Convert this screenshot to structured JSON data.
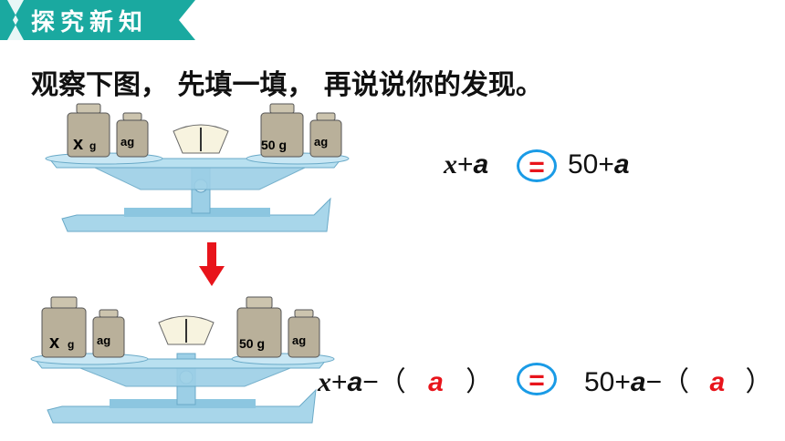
{
  "header": {
    "title": "探究新知",
    "bg_color": "#1aa9a0"
  },
  "instruction": "观察下图， 先填一填， 再说说你的发现。",
  "scale1": {
    "left_weights": [
      "x",
      "g",
      "ag"
    ],
    "right_weights": [
      "50 g",
      "ag"
    ]
  },
  "scale2": {
    "left_weights": [
      "x",
      "g",
      "ag"
    ],
    "right_weights": [
      "50 g",
      "ag"
    ]
  },
  "equation1": {
    "left_x": "x",
    "left_op": "+",
    "left_a": "a",
    "equals": "=",
    "right_num": "50+",
    "right_a": "a"
  },
  "equation2": {
    "left_x": "x",
    "left_op": "+",
    "left_a": "a",
    "left_minus": "−（",
    "left_fill": "a",
    "left_close": "）",
    "equals": "=",
    "right_num": "50+",
    "right_a": "a",
    "right_minus": "−（",
    "right_fill": "a",
    "right_close": "）"
  },
  "colors": {
    "accent_red": "#e8141b",
    "circle_blue": "#1a9be6",
    "arrow_red": "#e8141b"
  }
}
